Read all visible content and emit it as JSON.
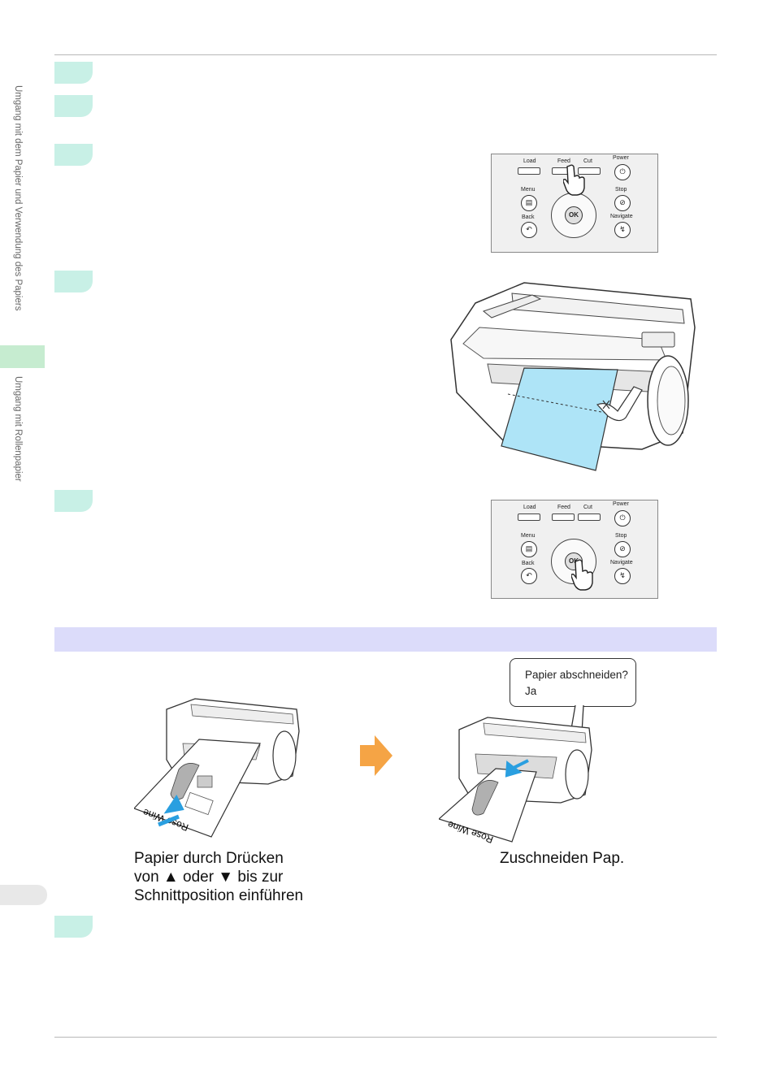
{
  "sidebar": {
    "chapter": "Umgang mit dem Papier und Verwendung des Papiers",
    "section": "Umgang mit Rollenpapier"
  },
  "panel": {
    "load_label": "Load",
    "feed_label": "Feed",
    "cut_label": "Cut",
    "power_label": "Power",
    "menu_label": "Menu",
    "stop_label": "Stop",
    "back_label": "Back",
    "navigate_label": "Navigate",
    "ok_label": "OK"
  },
  "figure": {
    "bubble_line1": "Papier abschneiden?",
    "bubble_line2": "Ja",
    "paper_text": "Rose Wine",
    "caption_left": [
      "Papier durch Drücken",
      "von ▲ oder ▼ bis zur",
      "Schnittposition einführen"
    ],
    "caption_right": "Zuschneiden Pap."
  },
  "colors": {
    "step_marker": "#c8f0e6",
    "section_bar": "#dcdcfa",
    "paper_blue": "#aee4f7",
    "arrow_orange": "#f5a445",
    "arrow_blue": "#2a9fe0"
  },
  "icons": [
    "power-icon",
    "menu-icon",
    "stop-icon",
    "back-icon",
    "navigate-icon",
    "pointing-hand-icon",
    "orange-arrow-icon",
    "scissors-icon"
  ]
}
